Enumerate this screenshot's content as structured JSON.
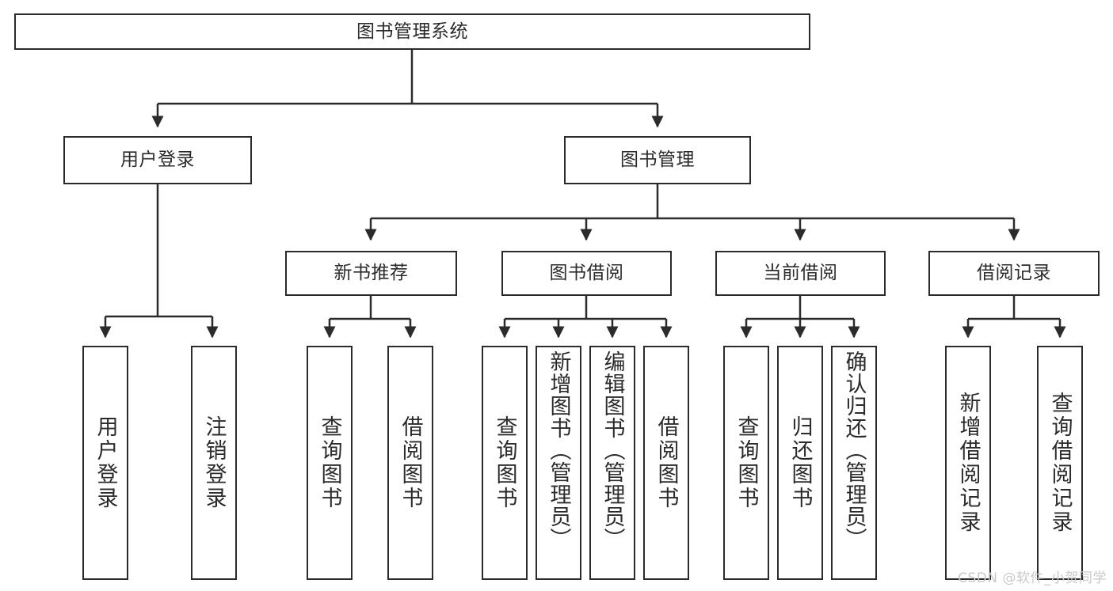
{
  "diagram": {
    "title": "图书管理系统",
    "type": "tree",
    "watermark": "CSDN @软件_小贺同学",
    "colors": {
      "stroke": "#2b2b2b",
      "fill": "#ffffff",
      "text": "#2b2b2b",
      "watermark": "#c9c9c9"
    },
    "root": {
      "label": "图书管理系统"
    },
    "tier2": [
      {
        "label": "用户登录"
      },
      {
        "label": "图书管理"
      }
    ],
    "tier3": [
      {
        "label": "新书推荐"
      },
      {
        "label": "图书借阅"
      },
      {
        "label": "当前借阅"
      },
      {
        "label": "借阅记录"
      }
    ],
    "leaves": {
      "user_login": [
        {
          "label": "用户登录"
        },
        {
          "label": "注销登录"
        }
      ],
      "new_book": [
        {
          "label": "查询图书"
        },
        {
          "label": "借阅图书"
        }
      ],
      "borrow_book": [
        {
          "label": "查询图书"
        },
        {
          "label": "新增图书（管理员）"
        },
        {
          "label": "编辑图书（管理员）"
        },
        {
          "label": "借阅图书"
        }
      ],
      "current_borrow": [
        {
          "label": "查询图书"
        },
        {
          "label": "归还图书"
        },
        {
          "label": "确认归还（管理员）"
        }
      ],
      "borrow_record": [
        {
          "label": "新增借阅记录"
        },
        {
          "label": "查询借阅记录"
        }
      ]
    }
  }
}
